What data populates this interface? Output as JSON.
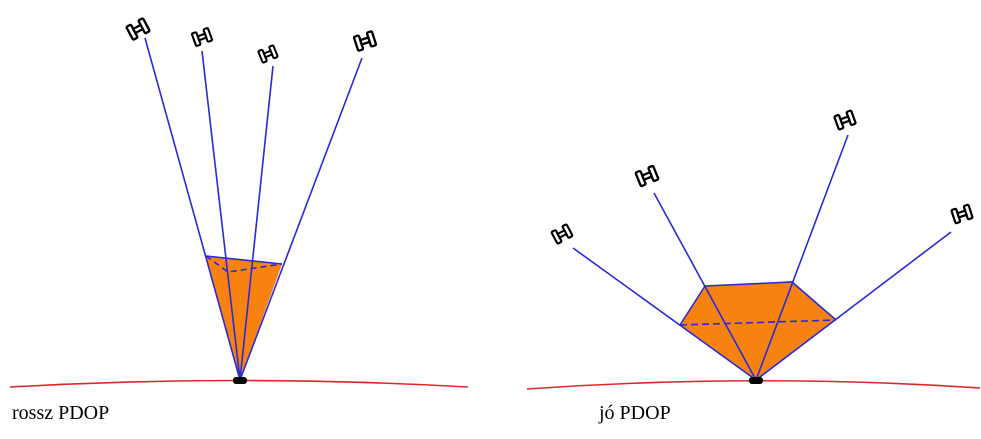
{
  "captions": {
    "left": "rossz PDOP",
    "right": "jó PDOP"
  },
  "panels": [
    {
      "id": "bad",
      "satellite_count": 4
    },
    {
      "id": "good",
      "satellite_count": 4
    }
  ],
  "colors": {
    "ground": "#e0262d",
    "signal_line": "#2a2ad9",
    "volume_fill": "#f7820f",
    "volume_edge": "#2a2ad9",
    "receiver": "#000000",
    "satellite": "#000000"
  },
  "icons": {
    "satellite": "satellite-icon",
    "receiver": "receiver-icon"
  }
}
